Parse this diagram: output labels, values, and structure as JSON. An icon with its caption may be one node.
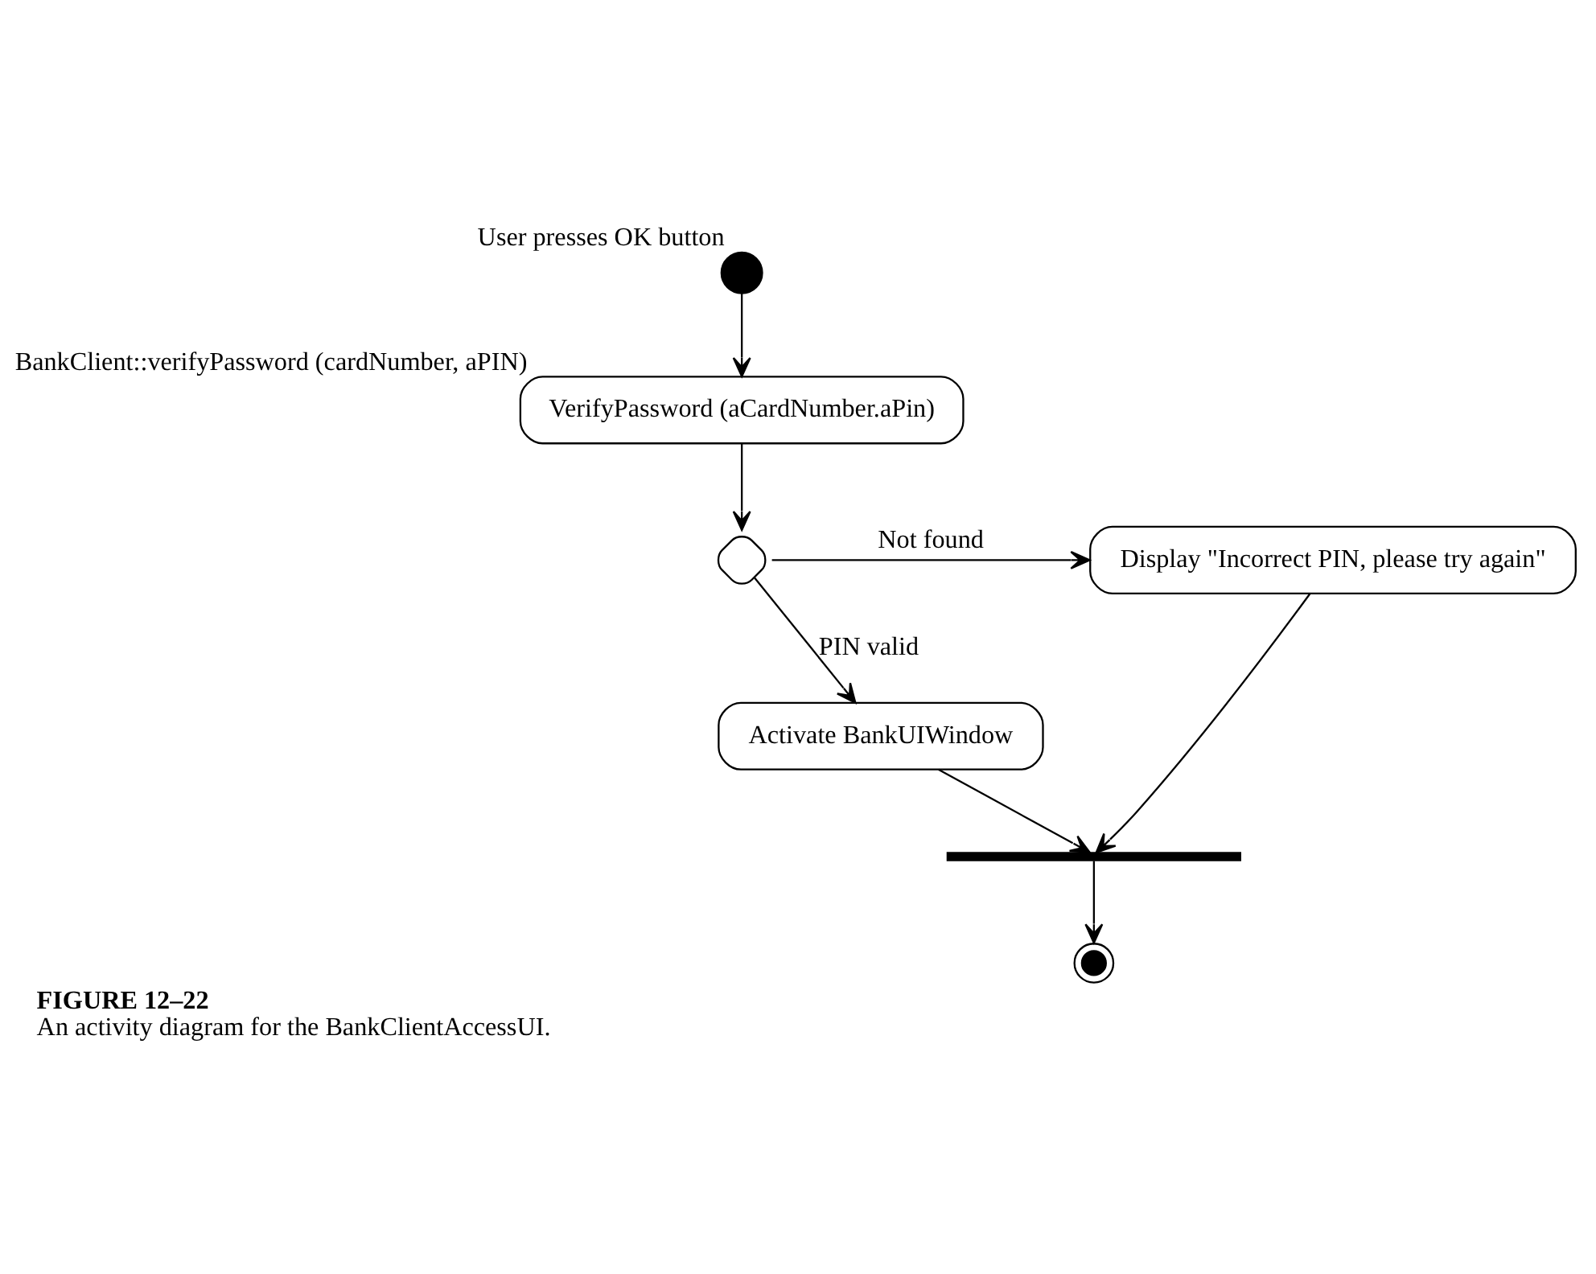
{
  "diagram": {
    "title": "FIGURE 12–22",
    "caption": "An activity diagram for the BankClientAccessUI.",
    "nodes": [
      {
        "text": [],
        "shape": "circle",
        "beside": [
          "User presses OK button"
        ]
      },
      {
        "text": [
          "VerifyPassword (aCardNumber.aPin)"
        ],
        "beside": [
          "BankClient::verifyPassword (cardNumber, aPIN)"
        ]
      },
      {
        "text": [],
        "shape": "diamond"
      },
      {
        "text": [
          "Display \"Incorrect PIN, please try again\""
        ]
      },
      {
        "text": [
          "Activate BankUIWindow"
        ]
      },
      {
        "text": [],
        "shape": "bar"
      },
      {
        "text": [],
        "shape": "circle"
      }
    ],
    "edges": [
      {
        "from": 0,
        "to": 1,
        "arrow": "to"
      },
      {
        "from": 1,
        "to": 2,
        "arrow": "to"
      },
      {
        "from": 2,
        "to": 3,
        "arrow": "to",
        "label": "Not found"
      },
      {
        "from": 2,
        "to": 4,
        "arrow": "to",
        "label": "PIN valid"
      },
      {
        "from": 4,
        "to": 5,
        "arrow": "to"
      },
      {
        "from": 3,
        "to": 5,
        "arrow": "to"
      },
      {
        "from": 5,
        "to": 6,
        "arrow": "to"
      }
    ]
  }
}
